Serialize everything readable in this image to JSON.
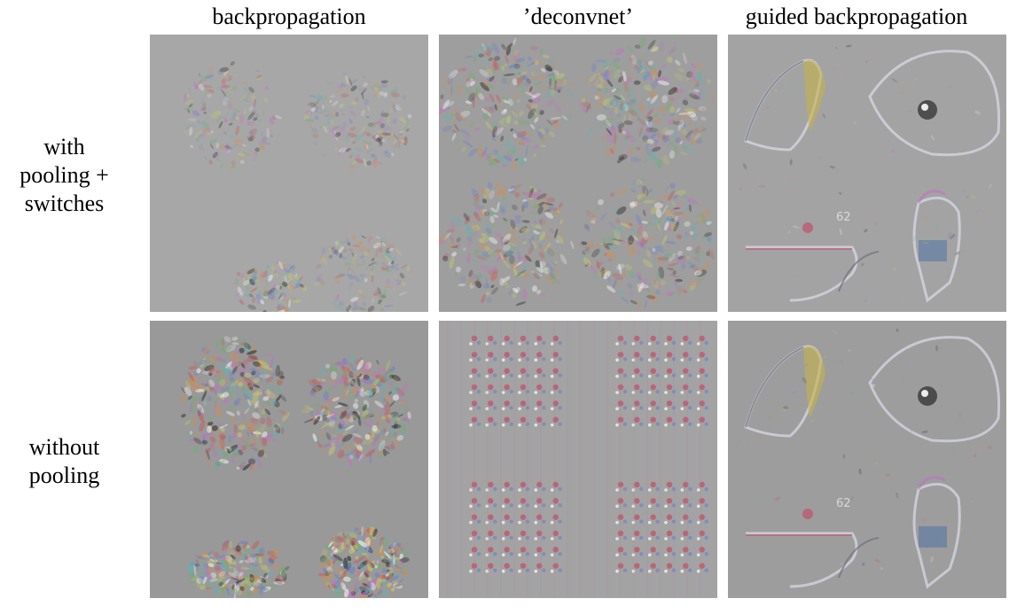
{
  "columns": [
    {
      "title": "backpropagation"
    },
    {
      "title": "’deconvnet’"
    },
    {
      "title": "guided backpropagation"
    }
  ],
  "rows": [
    {
      "label_lines": [
        "with",
        "pooling +",
        "switches"
      ]
    },
    {
      "label_lines": [
        "without",
        "pooling"
      ]
    }
  ],
  "panels": [
    {
      "row": "with pooling + switches",
      "column": "backpropagation",
      "style": "sparse-noise",
      "background": "#a7a7a7"
    },
    {
      "row": "with pooling + switches",
      "column": "’deconvnet’",
      "style": "blotchy-noise",
      "background": "#9e9e9e"
    },
    {
      "row": "with pooling + switches",
      "column": "guided backpropagation",
      "style": "edge-outlines",
      "background": "#a3a3a3"
    },
    {
      "row": "without pooling",
      "column": "backpropagation",
      "style": "dense-noise",
      "background": "#999999"
    },
    {
      "row": "without pooling",
      "column": "’deconvnet’",
      "style": "grid-pattern",
      "background": "#a3a3a3"
    },
    {
      "row": "without pooling",
      "column": "guided backpropagation",
      "style": "edge-outlines",
      "background": "#9d9d9d"
    }
  ],
  "panel_labels": [
    "62"
  ]
}
